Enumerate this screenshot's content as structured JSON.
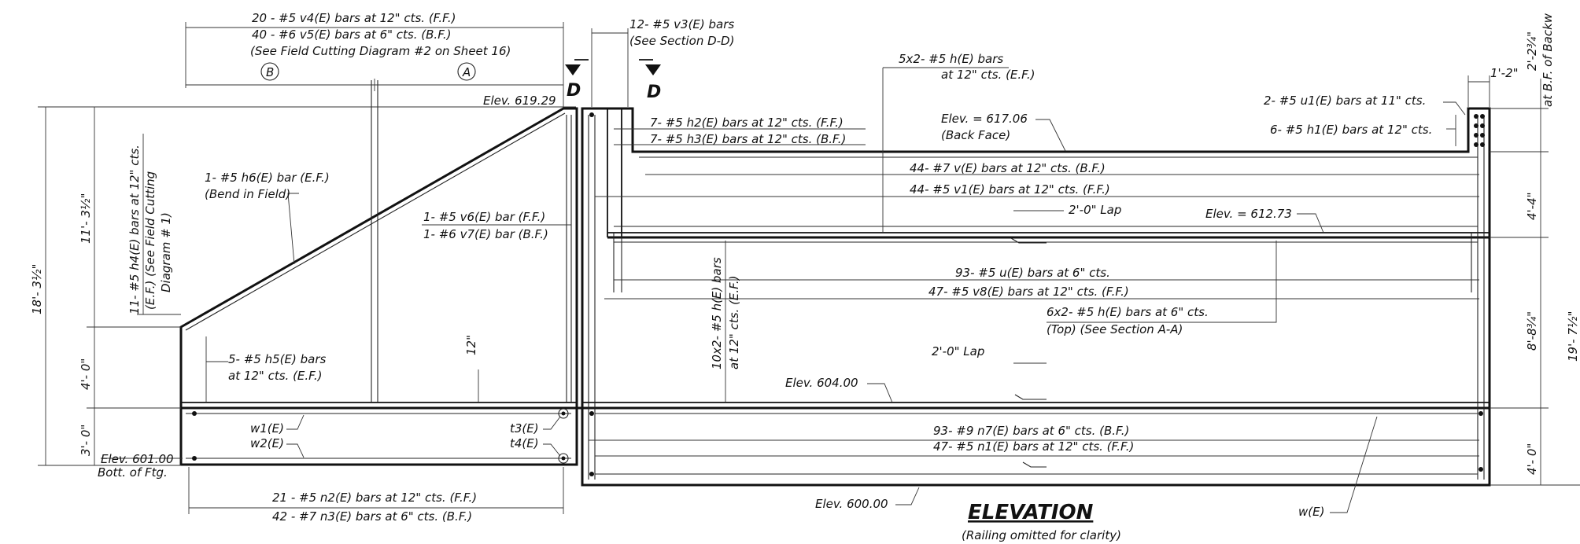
{
  "drawing": {
    "title": "ELEVATION",
    "subtitle": "(Railing omitted for clarity)",
    "section_cut_label": "D",
    "top_notes": {
      "v4": "20 - #5 v4(E) bars at 12\" cts. (F.F.)",
      "v5": "40 - #6 v5(E) bars at 6\" cts. (B.F.)",
      "field_cut_2": "(See Field Cutting Diagram #2 on Sheet 16)",
      "v3": "12- #5 v3(E) bars",
      "section_dd": "(See Section D-D)",
      "h5x2_a": "5x2- #5 h(E) bars",
      "h5x2_b": "at 12\" cts. (E.F.)",
      "u1": "2- #5 u1(E) bars at 11\" cts.",
      "h1": "6- #5 h1(E) bars at 12\" cts."
    },
    "circles": [
      "B",
      "A"
    ],
    "elevations": {
      "e61929": "Elev. 619.29",
      "e61706_a": "Elev. = 617.06",
      "e61706_b": "(Back Face)",
      "e61273": "Elev. = 612.73",
      "e60400": "Elev. 604.00",
      "e60100_a": "Elev. 601.00",
      "e60100_b": "Bott. of Ftg.",
      "e60000": "Elev. 600.00"
    },
    "bar_notes": {
      "h2": "7- #5 h2(E) bars at 12\" cts. (F.F.)",
      "h3": "7- #5 h3(E) bars at 12\" cts. (B.F.)",
      "v": "44- #7 v(E) bars at 12\" cts. (B.F.)",
      "v1": "44- #5 v1(E) bars at 12\" cts. (F.F.)",
      "lap": "2'-0\" Lap",
      "h6_a": "1- #5 h6(E) bar (E.F.)",
      "h6_b": "(Bend in Field)",
      "v6": "1- #5 v6(E) bar (F.F.)",
      "v7": "1- #6 v7(E) bar (B.F.)",
      "u": "93- #5 u(E) bars at 6\" cts.",
      "v8": "47- #5 v8(E) bars at 12\" cts. (F.F.)",
      "h6x2_a": "6x2- #5 h(E) bars at 6\" cts.",
      "h6x2_b": "(Top) (See Section A-A)",
      "h5_a": "5- #5 h5(E) bars",
      "h5_b": "at 12\" cts. (E.F.)",
      "w1": "w1(E)",
      "w2": "w2(E)",
      "t3": "t3(E)",
      "t4": "t4(E)",
      "n7": "93- #9 n7(E) bars at 6\" cts. (B.F.)",
      "n1": "47- #5 n1(E) bars at 12\" cts. (F.F.)",
      "n2": "21 - #5 n2(E) bars at 12\" cts. (F.F.)",
      "n3": "42 - #7 n3(E) bars at 6\" cts. (B.F.)",
      "w": "w(E)"
    },
    "vertical_notes": {
      "h4_a": "11- #5 h4(E) bars at 12\" cts.",
      "h4_b": "(E.F.) (See Field Cutting",
      "h4_c": "Diagram # 1)",
      "h10x2_a": "10x2- #5 h(E) bars",
      "h10x2_b": "at 12\" cts. (E.F.)",
      "twelve": "12\""
    },
    "dimensions": {
      "left_total": "18'- 3½\"",
      "left_upper": "11'- 3½\"",
      "left_mid": "4'- 0\"",
      "left_low": "3'- 0\"",
      "right_top": "2'-2¾\"",
      "right_bf": "at B.F. of Backw",
      "right_upper": "4'-4\"",
      "right_mid": "8'-8¾\"",
      "right_low": "4'- 0\"",
      "right_edge": "19'- 7½\"",
      "right_width": "1'-2\""
    }
  }
}
